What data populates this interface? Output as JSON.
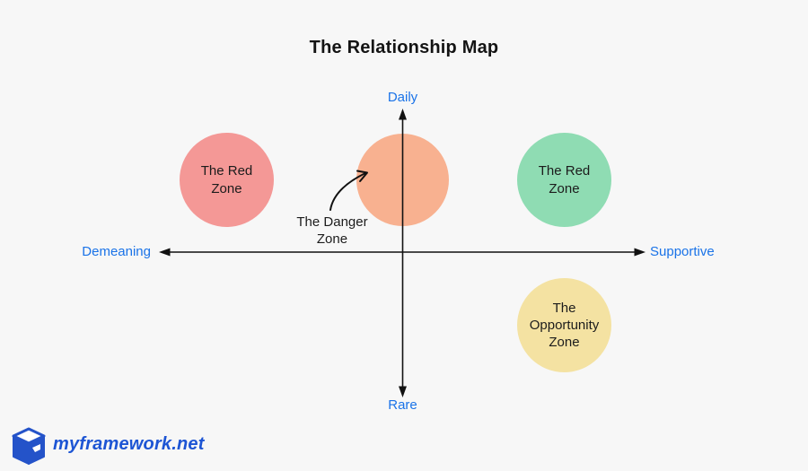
{
  "title": "The Relationship Map",
  "axes": {
    "y_top_label": "Daily",
    "y_bottom_label": "Rare",
    "x_left_label": "Demeaning",
    "x_right_label": "Supportive",
    "label_color": "#1a73e8",
    "line_color": "#111111"
  },
  "zones": {
    "red_left": {
      "label": "The Red\nZone",
      "color": "#f49896"
    },
    "danger": {
      "label": "",
      "color": "#f8b190"
    },
    "red_right": {
      "label": "The Red\nZone",
      "color": "#8fdcb3"
    },
    "opportunity": {
      "label": "The\nOpportunity\nZone",
      "color": "#f4e2a2"
    }
  },
  "annotation": {
    "label": "The Danger\nZone"
  },
  "footer": {
    "brand": "myframework.net",
    "brand_color": "#1d55d4",
    "logo": "cube-logo-icon"
  },
  "background": "#f7f7f7"
}
